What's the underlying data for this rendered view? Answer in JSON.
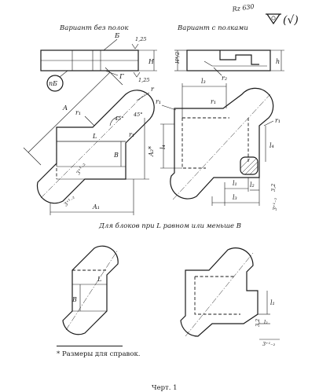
{
  "roughness": {
    "label": "Rz 630",
    "extra": "(√)"
  },
  "variants": {
    "without_shelves": "Вариант без полок",
    "with_shelves": "Вариант с полками"
  },
  "small_plate_title": "Для блоков при L равном или меньше B",
  "footnote": "* Размеры для справок.",
  "caption": "Черт. 1",
  "labels": {
    "B_letter": "Б",
    "G_letter": "Г",
    "pB": "пБ",
    "slope1": "1,25",
    "slope2": "1,25",
    "H": "H",
    "Hstar": "H*/2",
    "h": "h",
    "A": "A",
    "A1": "A₁",
    "A2": "A₂*",
    "L": "L",
    "Bdim": "B",
    "r": "r",
    "r1": "r₁",
    "r2": "r₂",
    "angle1": "45°",
    "angle2": "45°",
    "l1": "l₁",
    "l2": "l₂",
    "l3": "l₃",
    "l4": "l₄",
    "tol3": "3⁺¹₋₂",
    "tol32": "3,2",
    "tolRight": "3⁺¹₋₂"
  },
  "colors": {
    "ink": "#1a1a1a",
    "paper": "#ffffff"
  }
}
